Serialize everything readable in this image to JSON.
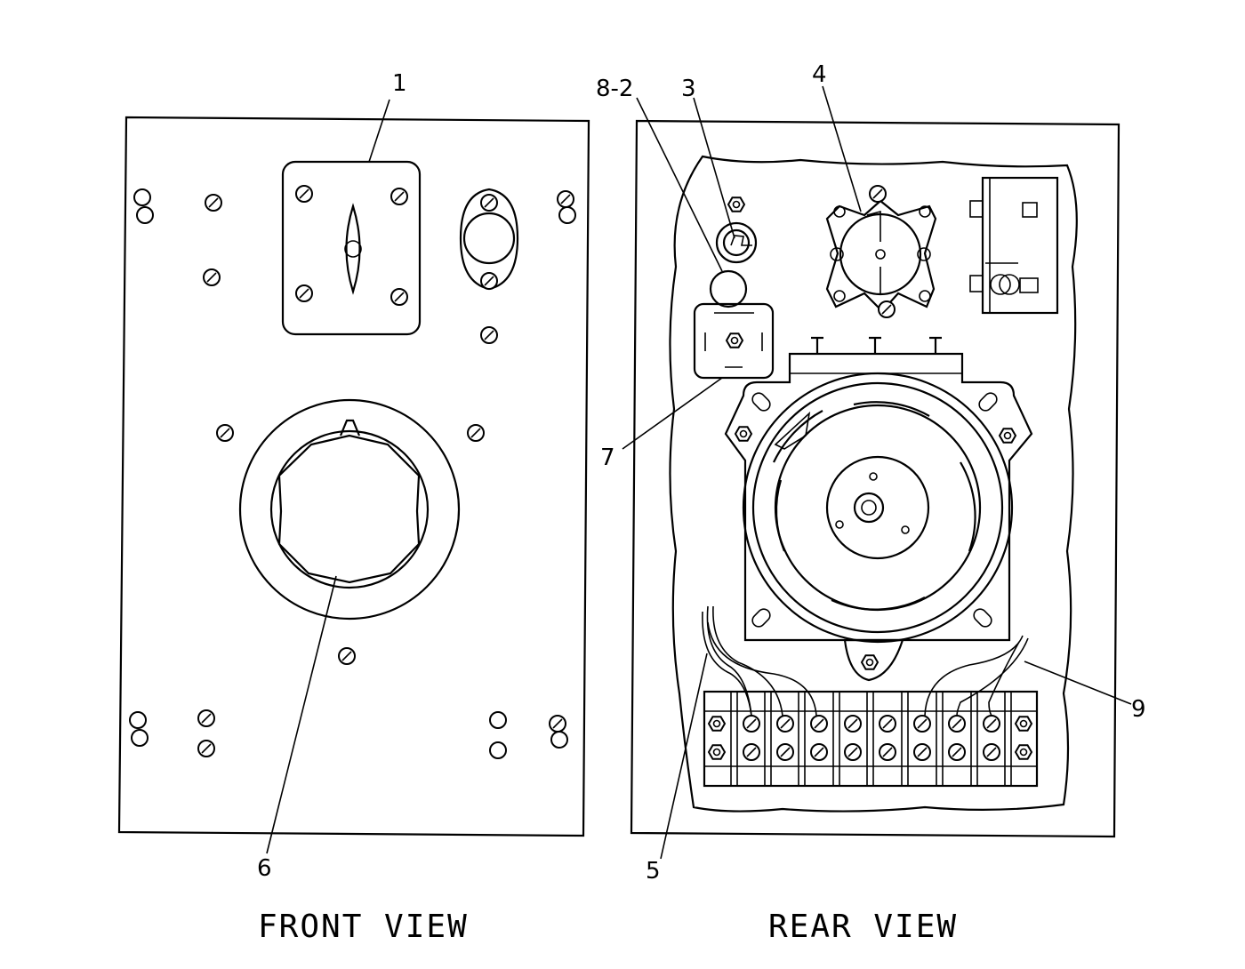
{
  "front_view": {
    "caption": "FRONT VIEW",
    "callouts": {
      "c1": "1",
      "c6": "6"
    }
  },
  "rear_view": {
    "caption": "REAR VIEW",
    "callouts": {
      "c8_2": "8-2",
      "c3": "3",
      "c4": "4",
      "c7": "7",
      "c9": "9",
      "c5": "5"
    }
  },
  "colors": {
    "ink": "#000000",
    "paper": "#ffffff"
  }
}
